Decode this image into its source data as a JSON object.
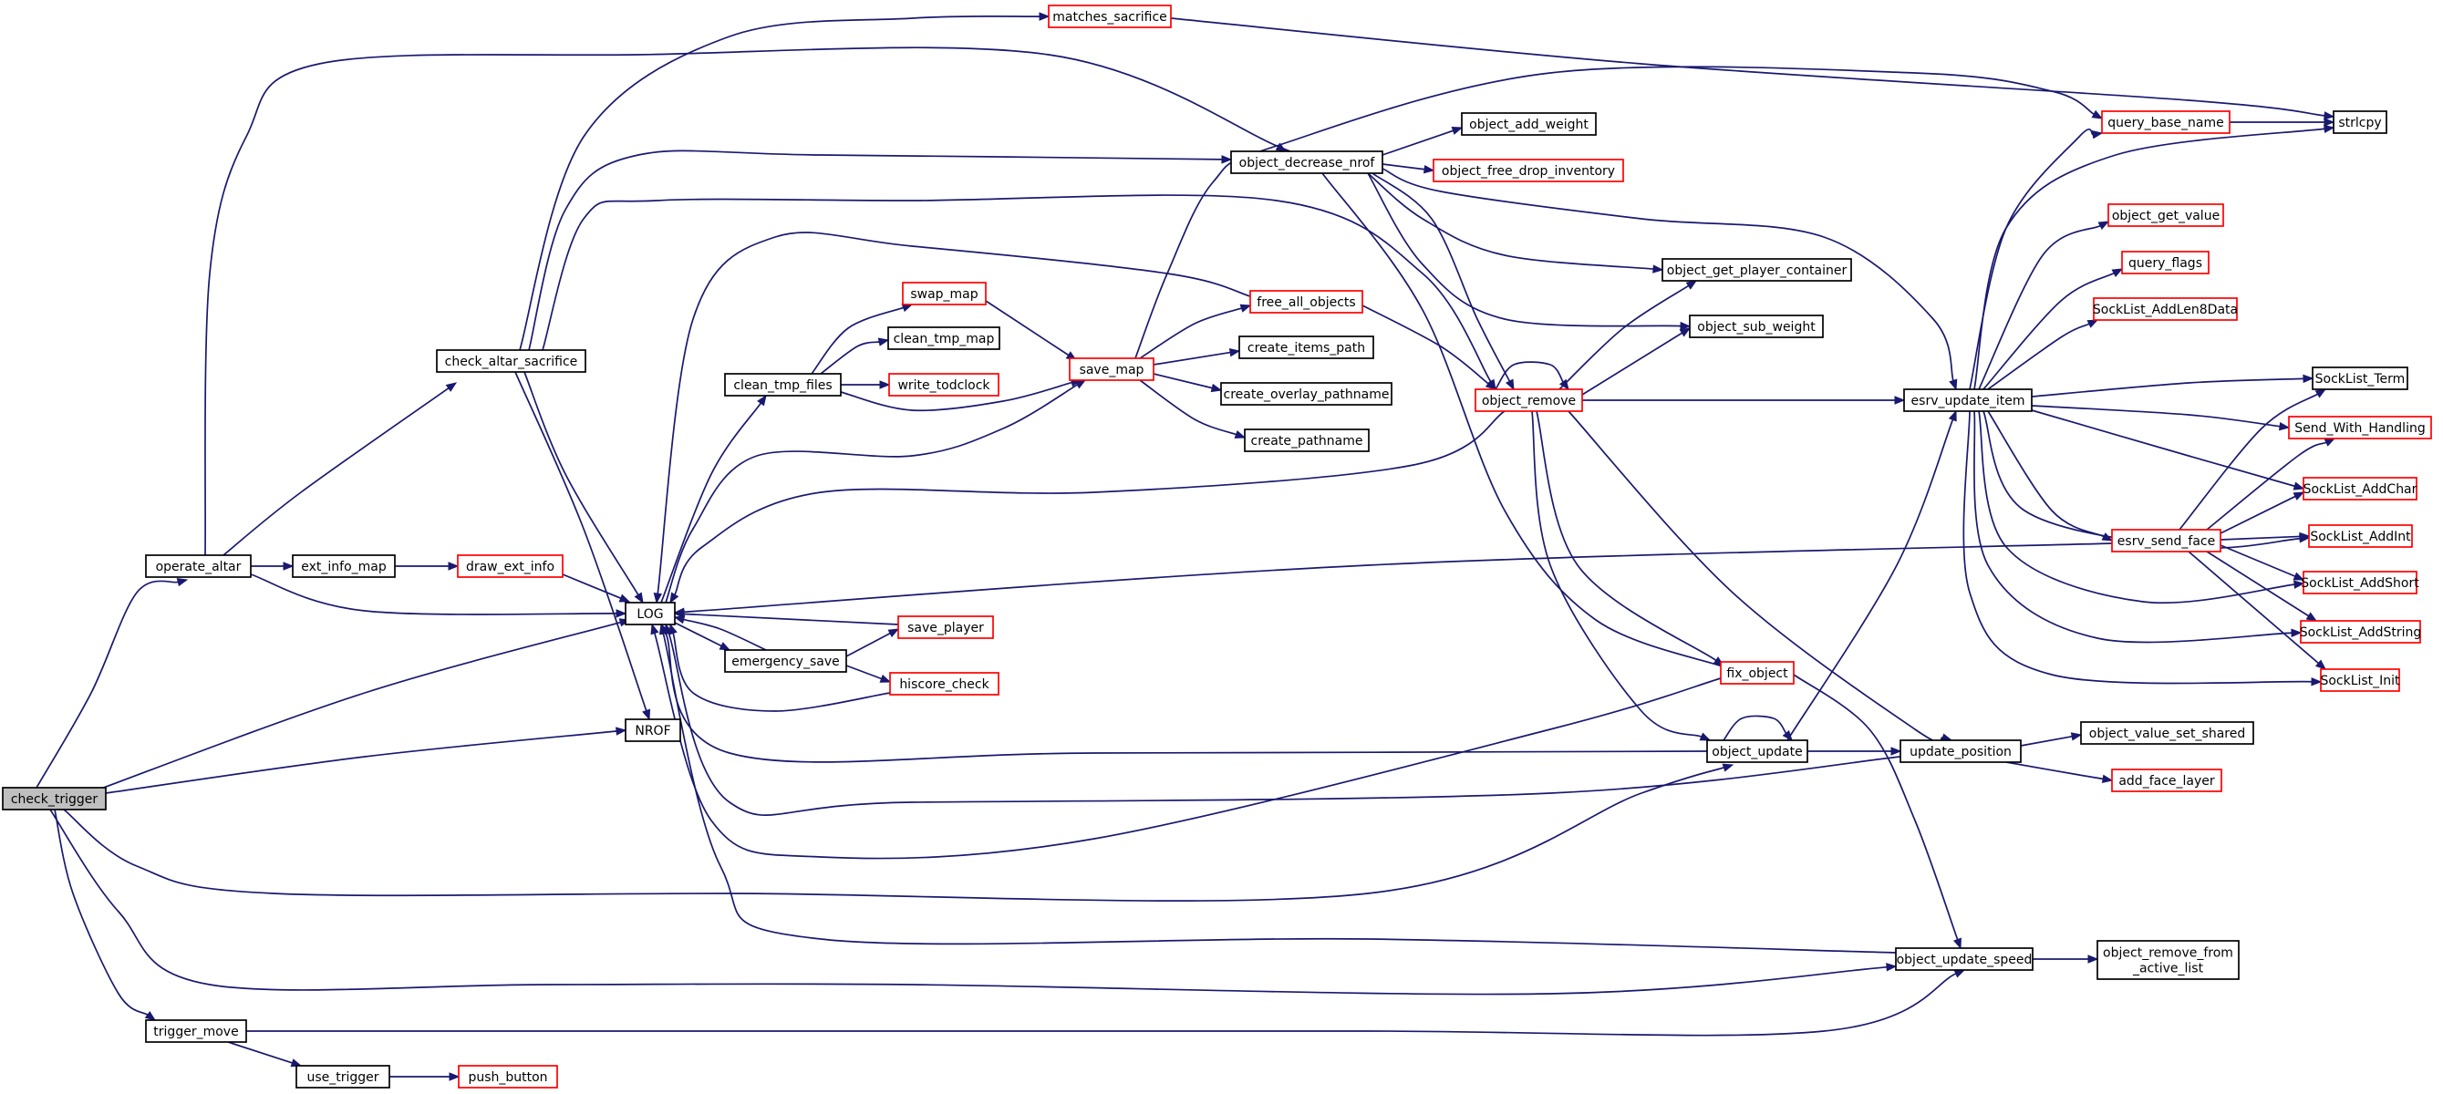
{
  "colors": {
    "edge": "#191970",
    "node_fill": "#ffffff",
    "node_border_documented": "#000000",
    "node_border_truncated": "#ff0000",
    "root_fill": "#bfbfbf"
  },
  "nodes": [
    {
      "id": "check_trigger",
      "label": "check_trigger",
      "style": "root"
    },
    {
      "id": "operate_altar",
      "label": "operate_altar",
      "style": "black"
    },
    {
      "id": "trigger_move",
      "label": "trigger_move",
      "style": "black"
    },
    {
      "id": "use_trigger",
      "label": "use_trigger",
      "style": "black"
    },
    {
      "id": "push_button",
      "label": "push_button",
      "style": "red"
    },
    {
      "id": "ext_info_map",
      "label": "ext_info_map",
      "style": "black"
    },
    {
      "id": "draw_ext_info",
      "label": "draw_ext_info",
      "style": "red"
    },
    {
      "id": "check_altar_sacrifice",
      "label": "check_altar_sacrifice",
      "style": "black"
    },
    {
      "id": "LOG",
      "label": "LOG",
      "style": "black"
    },
    {
      "id": "NROF",
      "label": "NROF",
      "style": "black"
    },
    {
      "id": "matches_sacrifice",
      "label": "matches_sacrifice",
      "style": "red"
    },
    {
      "id": "clean_tmp_files",
      "label": "clean_tmp_files",
      "style": "black"
    },
    {
      "id": "swap_map",
      "label": "swap_map",
      "style": "red"
    },
    {
      "id": "clean_tmp_map",
      "label": "clean_tmp_map",
      "style": "black"
    },
    {
      "id": "write_todclock",
      "label": "write_todclock",
      "style": "red"
    },
    {
      "id": "save_map",
      "label": "save_map",
      "style": "red"
    },
    {
      "id": "emergency_save",
      "label": "emergency_save",
      "style": "black"
    },
    {
      "id": "save_player",
      "label": "save_player",
      "style": "red"
    },
    {
      "id": "hiscore_check",
      "label": "hiscore_check",
      "style": "red"
    },
    {
      "id": "free_all_objects",
      "label": "free_all_objects",
      "style": "red"
    },
    {
      "id": "create_items_path",
      "label": "create_items_path",
      "style": "black"
    },
    {
      "id": "create_overlay_pathname",
      "label": "create_overlay_pathname",
      "style": "black"
    },
    {
      "id": "create_pathname",
      "label": "create_pathname",
      "style": "black"
    },
    {
      "id": "object_decrease_nrof",
      "label": "object_decrease_nrof",
      "style": "black"
    },
    {
      "id": "object_add_weight",
      "label": "object_add_weight",
      "style": "black"
    },
    {
      "id": "object_free_drop_inventory",
      "label": "object_free_drop_inventory",
      "style": "red"
    },
    {
      "id": "object_remove",
      "label": "object_remove",
      "style": "red"
    },
    {
      "id": "object_get_player_container",
      "label": "object_get_player_container",
      "style": "black"
    },
    {
      "id": "object_sub_weight",
      "label": "object_sub_weight",
      "style": "black"
    },
    {
      "id": "fix_object",
      "label": "fix_object",
      "style": "red"
    },
    {
      "id": "object_update",
      "label": "object_update",
      "style": "black"
    },
    {
      "id": "update_position",
      "label": "update_position",
      "style": "black"
    },
    {
      "id": "object_value_set_shared",
      "label": "object_value_set_shared",
      "style": "black"
    },
    {
      "id": "add_face_layer",
      "label": "add_face_layer",
      "style": "red"
    },
    {
      "id": "object_update_speed",
      "label": "object_update_speed",
      "style": "black"
    },
    {
      "id": "object_remove_from_active_list",
      "label": "object_remove_from\n_active_list",
      "style": "black"
    },
    {
      "id": "esrv_update_item",
      "label": "esrv_update_item",
      "style": "black"
    },
    {
      "id": "query_base_name",
      "label": "query_base_name",
      "style": "red"
    },
    {
      "id": "strlcpy",
      "label": "strlcpy",
      "style": "black"
    },
    {
      "id": "object_get_value",
      "label": "object_get_value",
      "style": "red"
    },
    {
      "id": "query_flags",
      "label": "query_flags",
      "style": "red"
    },
    {
      "id": "SockList_AddLen8Data",
      "label": "SockList_AddLen8Data",
      "style": "red"
    },
    {
      "id": "esrv_send_face",
      "label": "esrv_send_face",
      "style": "red"
    },
    {
      "id": "SockList_Term",
      "label": "SockList_Term",
      "style": "black"
    },
    {
      "id": "Send_With_Handling",
      "label": "Send_With_Handling",
      "style": "red"
    },
    {
      "id": "SockList_AddChar",
      "label": "SockList_AddChar",
      "style": "red"
    },
    {
      "id": "SockList_AddInt",
      "label": "SockList_AddInt",
      "style": "red"
    },
    {
      "id": "SockList_AddShort",
      "label": "SockList_AddShort",
      "style": "red"
    },
    {
      "id": "SockList_AddString",
      "label": "SockList_AddString",
      "style": "red"
    },
    {
      "id": "SockList_Init",
      "label": "SockList_Init",
      "style": "red"
    }
  ],
  "edges": [
    {
      "from": "check_trigger",
      "to": "operate_altar"
    },
    {
      "from": "check_trigger",
      "to": "LOG"
    },
    {
      "from": "check_trigger",
      "to": "NROF"
    },
    {
      "from": "check_trigger",
      "to": "object_update"
    },
    {
      "from": "check_trigger",
      "to": "object_update_speed"
    },
    {
      "from": "check_trigger",
      "to": "trigger_move"
    },
    {
      "from": "operate_altar",
      "to": "check_altar_sacrifice"
    },
    {
      "from": "operate_altar",
      "to": "object_decrease_nrof"
    },
    {
      "from": "operate_altar",
      "to": "ext_info_map"
    },
    {
      "from": "operate_altar",
      "to": "LOG"
    },
    {
      "from": "ext_info_map",
      "to": "draw_ext_info"
    },
    {
      "from": "draw_ext_info",
      "to": "LOG"
    },
    {
      "from": "check_altar_sacrifice",
      "to": "matches_sacrifice"
    },
    {
      "from": "check_altar_sacrifice",
      "to": "object_decrease_nrof"
    },
    {
      "from": "check_altar_sacrifice",
      "to": "object_remove"
    },
    {
      "from": "check_altar_sacrifice",
      "to": "LOG"
    },
    {
      "from": "check_altar_sacrifice",
      "to": "NROF"
    },
    {
      "from": "matches_sacrifice",
      "to": "strlcpy"
    },
    {
      "from": "trigger_move",
      "to": "use_trigger"
    },
    {
      "from": "trigger_move",
      "to": "object_update_speed"
    },
    {
      "from": "use_trigger",
      "to": "push_button"
    },
    {
      "from": "LOG",
      "to": "clean_tmp_files"
    },
    {
      "from": "LOG",
      "to": "save_map"
    },
    {
      "from": "LOG",
      "to": "emergency_save"
    },
    {
      "from": "clean_tmp_files",
      "to": "swap_map"
    },
    {
      "from": "clean_tmp_files",
      "to": "clean_tmp_map"
    },
    {
      "from": "clean_tmp_files",
      "to": "write_todclock"
    },
    {
      "from": "clean_tmp_files",
      "to": "save_map"
    },
    {
      "from": "swap_map",
      "to": "save_map"
    },
    {
      "from": "save_map",
      "to": "free_all_objects"
    },
    {
      "from": "save_map",
      "to": "create_items_path"
    },
    {
      "from": "save_map",
      "to": "create_overlay_pathname"
    },
    {
      "from": "save_map",
      "to": "create_pathname"
    },
    {
      "from": "save_map",
      "to": "query_base_name"
    },
    {
      "from": "free_all_objects",
      "to": "LOG"
    },
    {
      "from": "free_all_objects",
      "to": "object_remove"
    },
    {
      "from": "emergency_save",
      "to": "LOG"
    },
    {
      "from": "emergency_save",
      "to": "save_player"
    },
    {
      "from": "emergency_save",
      "to": "hiscore_check"
    },
    {
      "from": "save_player",
      "to": "LOG"
    },
    {
      "from": "hiscore_check",
      "to": "LOG"
    },
    {
      "from": "object_decrease_nrof",
      "to": "object_add_weight"
    },
    {
      "from": "object_decrease_nrof",
      "to": "object_free_drop_inventory"
    },
    {
      "from": "object_decrease_nrof",
      "to": "object_get_player_container"
    },
    {
      "from": "object_decrease_nrof",
      "to": "object_sub_weight"
    },
    {
      "from": "object_decrease_nrof",
      "to": "object_remove"
    },
    {
      "from": "object_decrease_nrof",
      "to": "esrv_update_item"
    },
    {
      "from": "object_decrease_nrof",
      "to": "fix_object"
    },
    {
      "from": "object_remove",
      "to": "object_remove"
    },
    {
      "from": "object_remove",
      "to": "object_get_player_container"
    },
    {
      "from": "object_remove",
      "to": "object_sub_weight"
    },
    {
      "from": "object_remove",
      "to": "esrv_update_item"
    },
    {
      "from": "object_remove",
      "to": "LOG"
    },
    {
      "from": "object_remove",
      "to": "fix_object"
    },
    {
      "from": "object_remove",
      "to": "object_update"
    },
    {
      "from": "object_remove",
      "to": "update_position"
    },
    {
      "from": "fix_object",
      "to": "LOG"
    },
    {
      "from": "fix_object",
      "to": "object_update_speed"
    },
    {
      "from": "object_update",
      "to": "object_update"
    },
    {
      "from": "object_update",
      "to": "LOG"
    },
    {
      "from": "object_update",
      "to": "update_position"
    },
    {
      "from": "object_update",
      "to": "esrv_update_item"
    },
    {
      "from": "update_position",
      "to": "LOG"
    },
    {
      "from": "update_position",
      "to": "object_value_set_shared"
    },
    {
      "from": "update_position",
      "to": "add_face_layer"
    },
    {
      "from": "object_update_speed",
      "to": "LOG"
    },
    {
      "from": "object_update_speed",
      "to": "object_remove_from_active_list"
    },
    {
      "from": "esrv_update_item",
      "to": "query_base_name"
    },
    {
      "from": "esrv_update_item",
      "to": "strlcpy"
    },
    {
      "from": "esrv_update_item",
      "to": "object_get_value"
    },
    {
      "from": "esrv_update_item",
      "to": "query_flags"
    },
    {
      "from": "esrv_update_item",
      "to": "SockList_AddLen8Data"
    },
    {
      "from": "esrv_update_item",
      "to": "SockList_Term"
    },
    {
      "from": "esrv_update_item",
      "to": "Send_With_Handling"
    },
    {
      "from": "esrv_update_item",
      "to": "SockList_AddChar"
    },
    {
      "from": "esrv_update_item",
      "to": "esrv_send_face"
    },
    {
      "from": "esrv_update_item",
      "to": "SockList_AddInt"
    },
    {
      "from": "esrv_update_item",
      "to": "SockList_AddShort"
    },
    {
      "from": "esrv_update_item",
      "to": "SockList_AddString"
    },
    {
      "from": "esrv_update_item",
      "to": "SockList_Init"
    },
    {
      "from": "query_base_name",
      "to": "strlcpy"
    },
    {
      "from": "esrv_send_face",
      "to": "LOG"
    },
    {
      "from": "esrv_send_face",
      "to": "SockList_Term"
    },
    {
      "from": "esrv_send_face",
      "to": "Send_With_Handling"
    },
    {
      "from": "esrv_send_face",
      "to": "SockList_AddChar"
    },
    {
      "from": "esrv_send_face",
      "to": "SockList_AddInt"
    },
    {
      "from": "esrv_send_face",
      "to": "SockList_AddShort"
    },
    {
      "from": "esrv_send_face",
      "to": "SockList_AddString"
    },
    {
      "from": "esrv_send_face",
      "to": "SockList_Init"
    }
  ]
}
